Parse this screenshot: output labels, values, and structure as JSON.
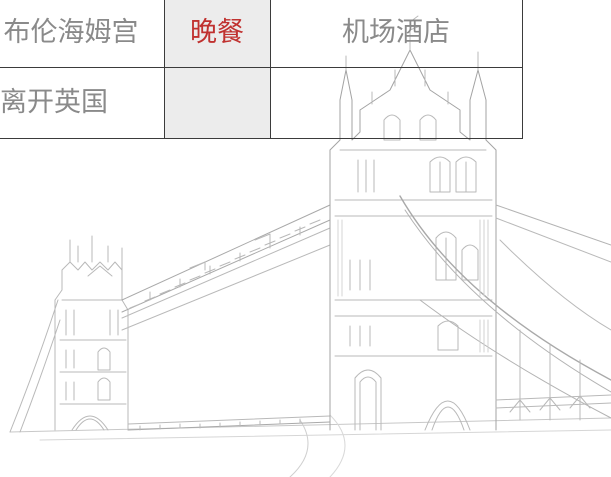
{
  "itinerary": {
    "rows": [
      {
        "route": "布伦海姆宫",
        "meal": "晚餐",
        "hotel": "机场酒店"
      },
      {
        "route": "离开英国",
        "meal": "",
        "hotel": ""
      }
    ]
  },
  "colors": {
    "meal_text": "#c0312f",
    "cell_text": "#8a8a8a",
    "meal_cell_background": "#ececec",
    "border": "#3b3b3b"
  },
  "illustration": {
    "icon": "tower-bridge-sketch-icon"
  }
}
